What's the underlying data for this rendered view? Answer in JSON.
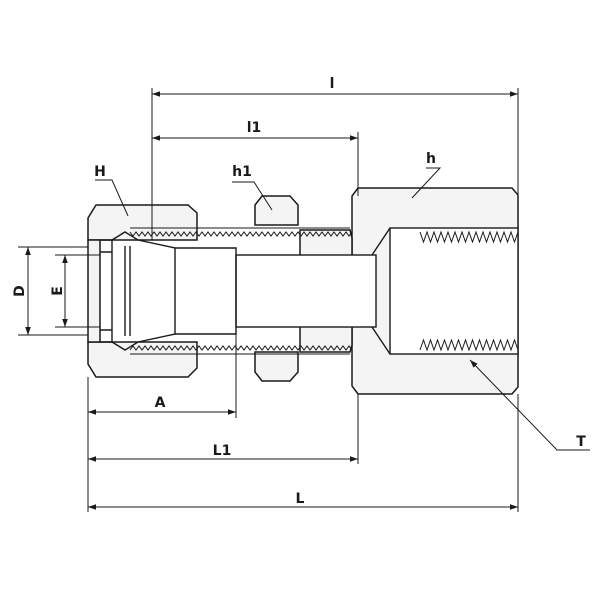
{
  "labels": {
    "l": "l",
    "l1": "l1",
    "h": "h",
    "h1": "h1",
    "H": "H",
    "D": "D",
    "E": "E",
    "A": "A",
    "L1": "L1",
    "L": "L",
    "T": "T"
  }
}
